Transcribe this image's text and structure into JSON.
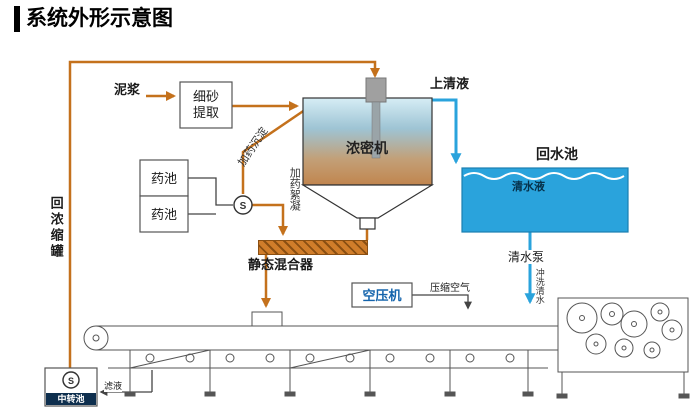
{
  "title": "系统外形示意图",
  "labels": {
    "slurry": "泥浆",
    "fine_sand_line1": "细砂",
    "fine_sand_line2": "提取",
    "supernatant": "上清液",
    "thickener": "浓密机",
    "return_pool": "回水池",
    "clear_water": "清水液",
    "clear_water_pump": "清水泵",
    "flush_water": "冲洗清水",
    "chem_pool_a": "药池",
    "chem_pool_b": "药池",
    "dose_sediment": "加药沉淀",
    "dose_flocculate": "加药絮凝",
    "static_mixer": "静态混合器",
    "air_compressor": "空压机",
    "compressed_air": "压缩空气",
    "return_thickener": "回浓缩罐",
    "transfer_pool": "中转池",
    "filtrate": "滤液",
    "pump_symbol": "S"
  },
  "colors": {
    "pipe_orange": "#c4711c",
    "water_blue": "#2aa3dc",
    "tank_gradient_top": "#d6edf5",
    "tank_gradient_mid": "#9ec4d4",
    "tank_gradient_bottom": "#c1854e",
    "air_compressor_text": "#1464ac",
    "mixer_orange": "#d07d2a",
    "machine_line": "#555555"
  }
}
